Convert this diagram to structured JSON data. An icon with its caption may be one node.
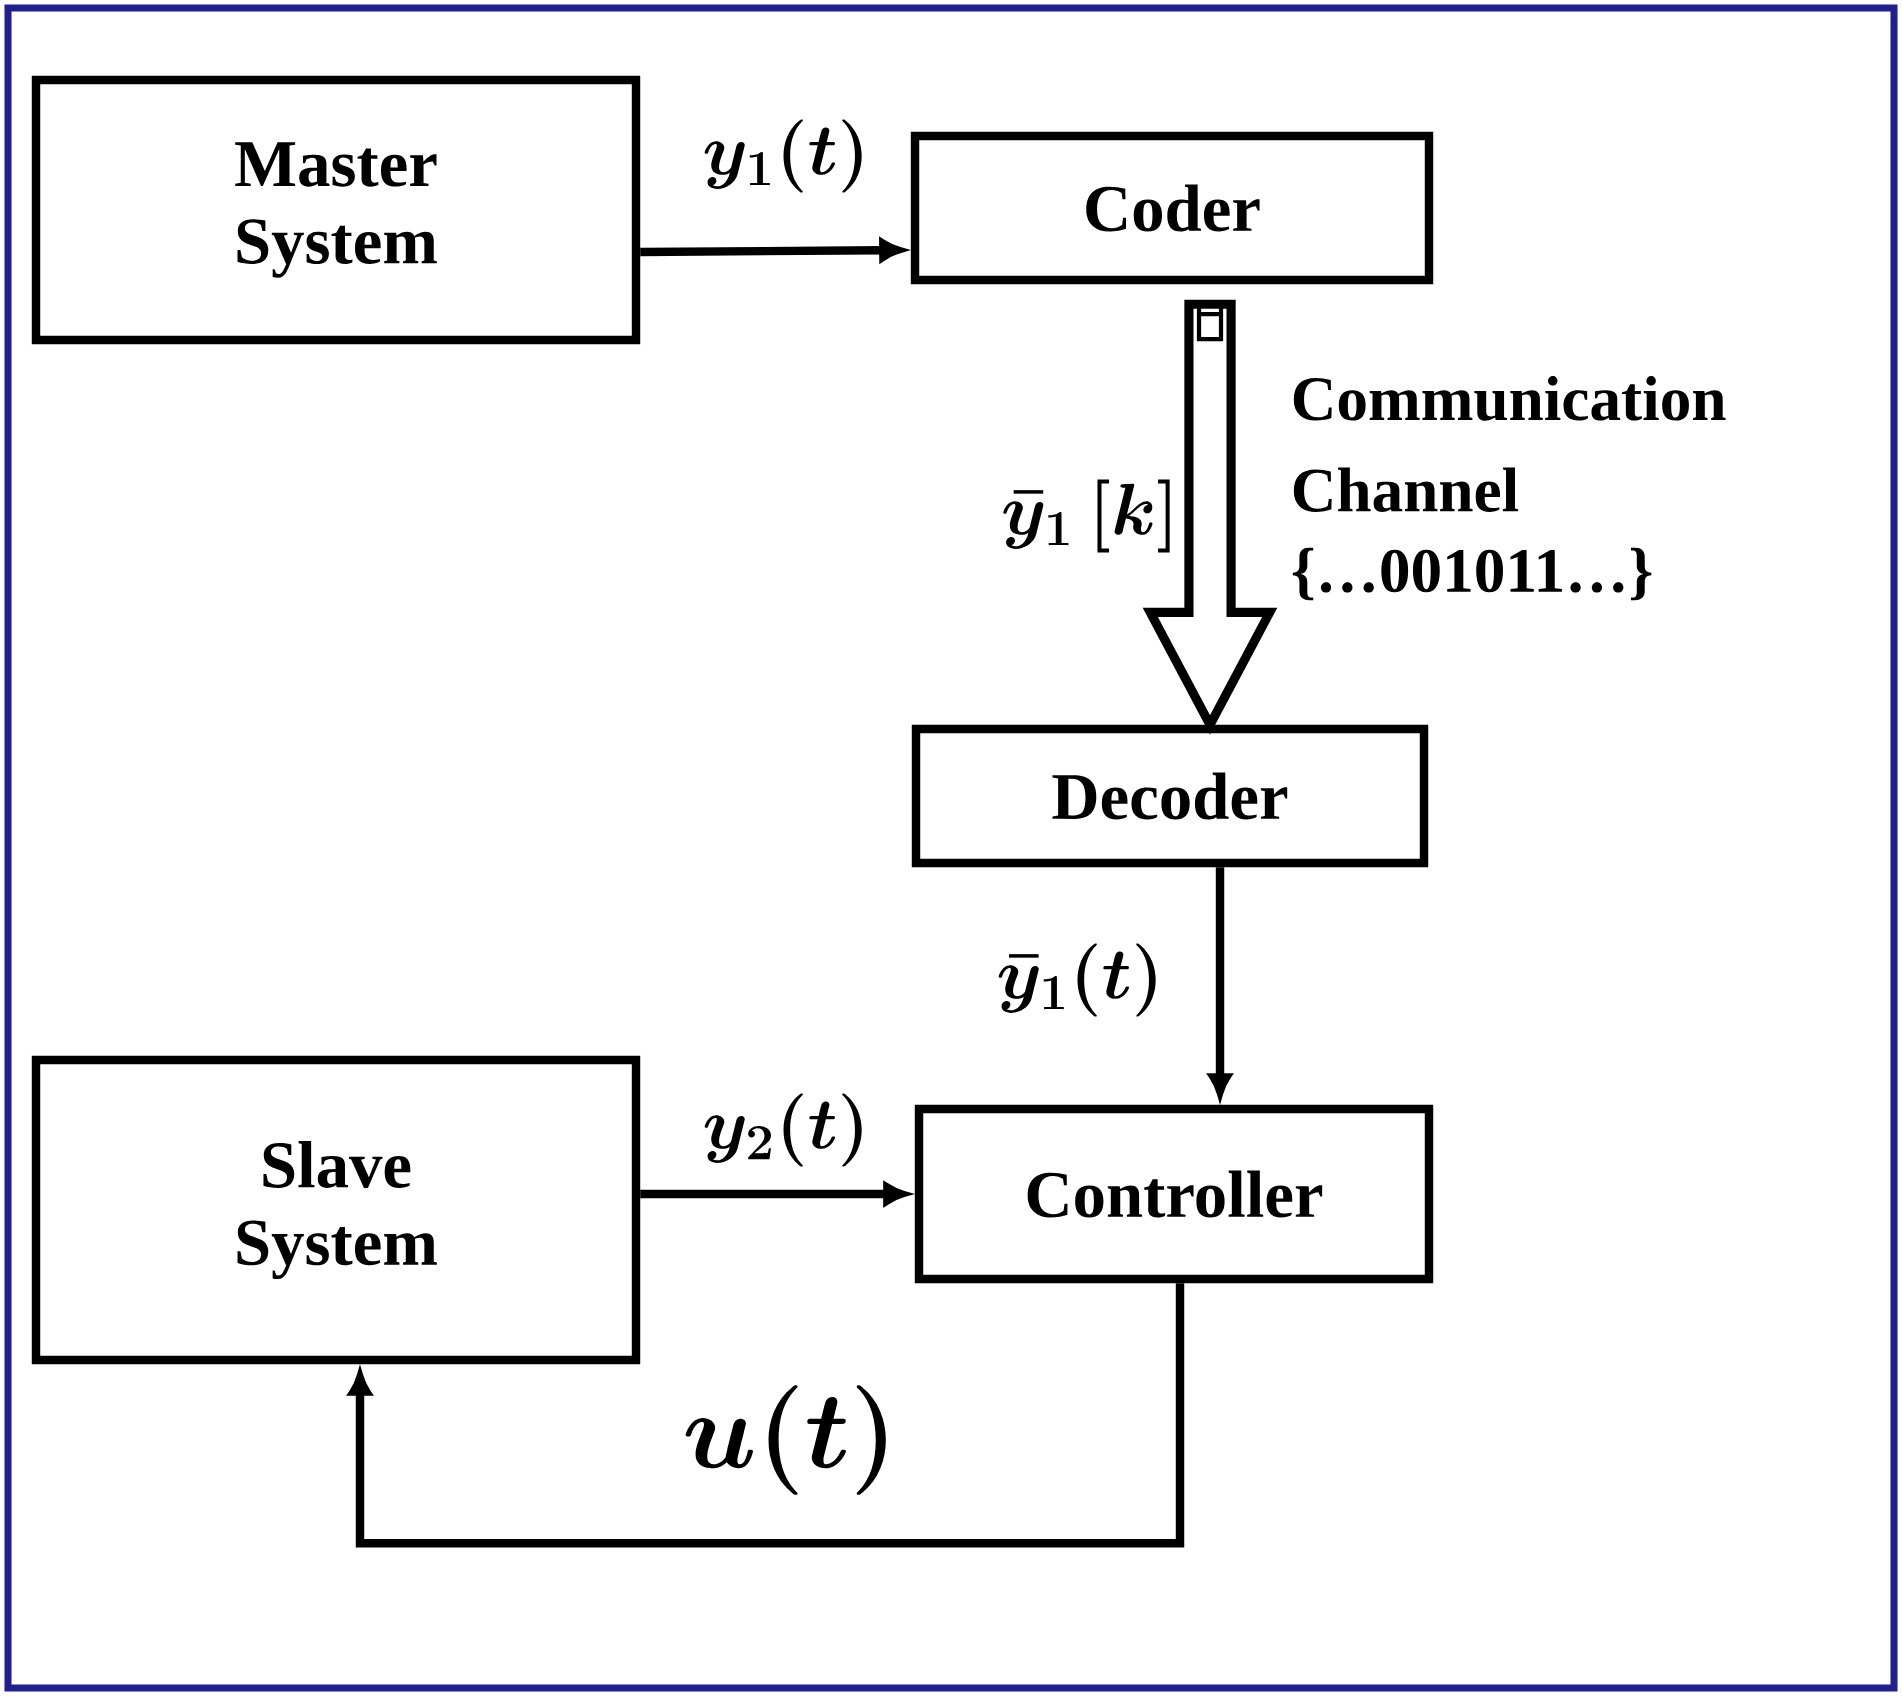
{
  "diagram": {
    "nodes": [
      {
        "text": [
          "Master System"
        ]
      },
      {
        "text": [
          "Coder"
        ]
      },
      {
        "text": [
          "Decoder"
        ]
      },
      {
        "text": [
          "Slave System"
        ]
      },
      {
        "text": [
          "Controller"
        ]
      }
    ],
    "edges": [
      {
        "from": 0,
        "to": 1,
        "arrow": "to",
        "label": "y_1(t)"
      },
      {
        "from": 1,
        "to": 2,
        "arrow": "to",
        "style": "thick",
        "label": "\\bar{y}_1\\,[k]"
      },
      {
        "from": 2,
        "to": 4,
        "arrow": "to",
        "label": "\\bar{y}_1(t)"
      },
      {
        "from": 3,
        "to": 4,
        "arrow": "to",
        "label": "y_2(t)"
      },
      {
        "from": 4,
        "to": 3,
        "arrow": "to",
        "label": "u(t)"
      }
    ],
    "labels": [
      "Communication Channel",
      "{…001011…}"
    ]
  }
}
